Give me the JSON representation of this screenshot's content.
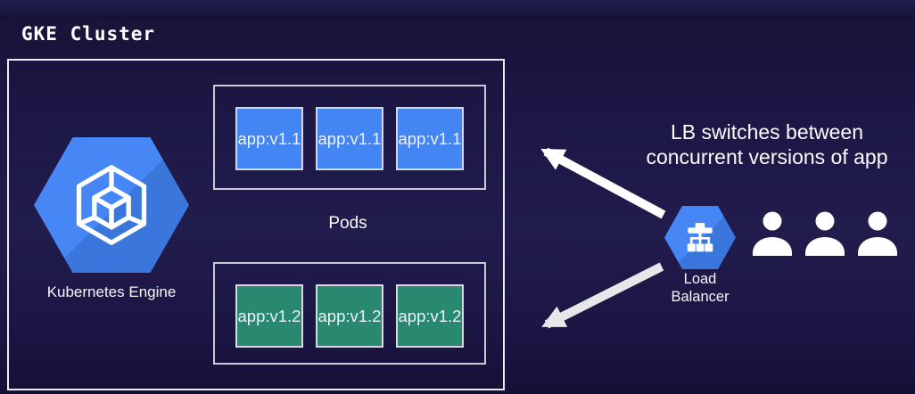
{
  "title": "GKE Cluster",
  "cluster": {
    "engine_label": "Kubernetes Engine",
    "pods_label": "Pods",
    "pod_rows": [
      {
        "version": "v1.1",
        "color": "#4285f3",
        "pods": [
          "app:v1.1",
          "app:v1.1",
          "app:v1.1"
        ]
      },
      {
        "version": "v1.2",
        "color": "#28896e",
        "pods": [
          "app:v1.2",
          "app:v1.2",
          "app:v1.2"
        ]
      }
    ]
  },
  "annotation": {
    "line1": "LB switches between",
    "line2": "concurrent versions of app"
  },
  "load_balancer": {
    "label_line1": "Load",
    "label_line2": "Balancer"
  },
  "users": {
    "count": 3
  },
  "icons": [
    "gke-hexagon-icon",
    "load-balancer-icon",
    "user-icon",
    "arrow-up-left",
    "arrow-down-left"
  ],
  "colors": {
    "background": "#1c1745",
    "hexagon_blue": "#4687f5",
    "hexagon_shadow_blue": "#3a76dc",
    "pod_blue": "#4285f3",
    "pod_green": "#28896e",
    "box_border": "#ecebf3",
    "arrow_white": "#ffffff",
    "arrow_gray": "#ececec"
  }
}
